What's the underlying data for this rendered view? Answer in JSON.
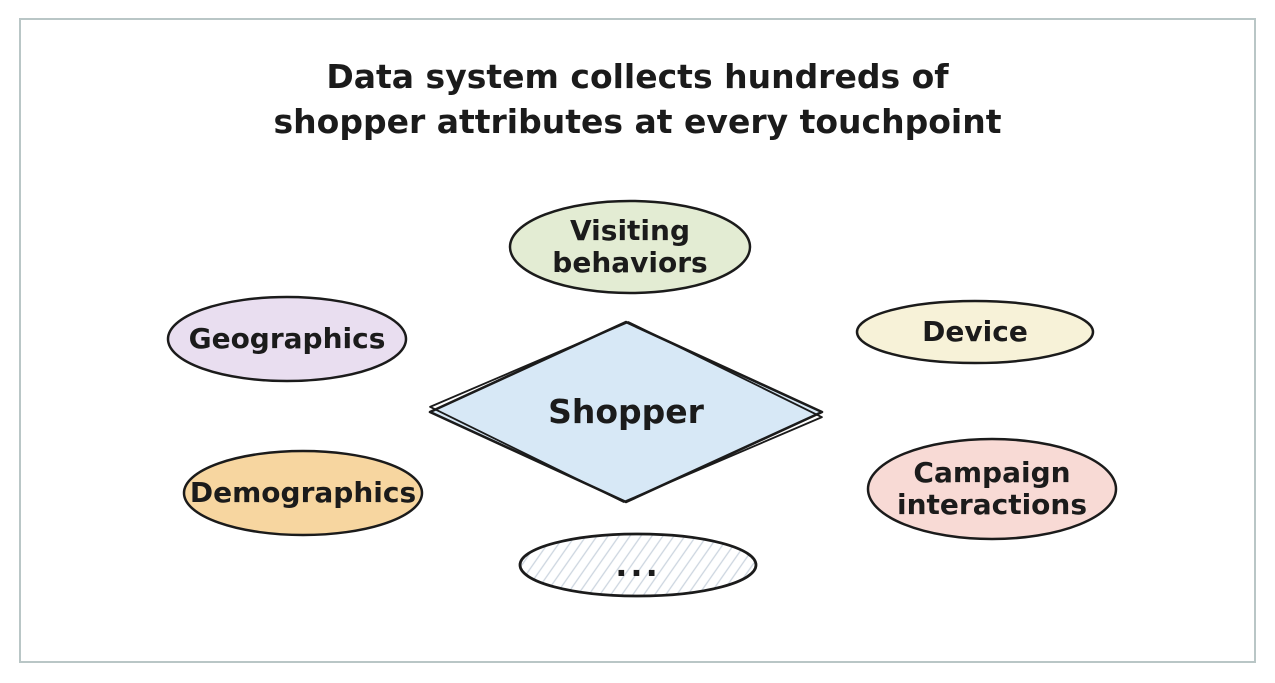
{
  "frame": {
    "border_color": "#b9c6c6"
  },
  "ink_color": "#1b1b1b",
  "title": {
    "line1": "Data system collects hundreds of",
    "line2": "shopper attributes at every touchpoint"
  },
  "center": {
    "label": "Shopper",
    "shape": "diamond",
    "fill": "#d7e8f6"
  },
  "nodes": {
    "visiting_behaviors": {
      "label": "Visiting behaviors",
      "fill": "#e3ecd3"
    },
    "geographics": {
      "label": "Geographics",
      "fill": "#e9def0"
    },
    "device": {
      "label": "Device",
      "fill": "#f7f2d8"
    },
    "demographics": {
      "label": "Demographics",
      "fill": "#f7d6a0"
    },
    "campaign_interactions": {
      "label": "Campaign interactions",
      "fill": "#f8dad5"
    },
    "more": {
      "label": "...",
      "fill": "#ffffff",
      "pattern": "diagonal-hatch",
      "hatch_color": "#ccd5df"
    }
  }
}
